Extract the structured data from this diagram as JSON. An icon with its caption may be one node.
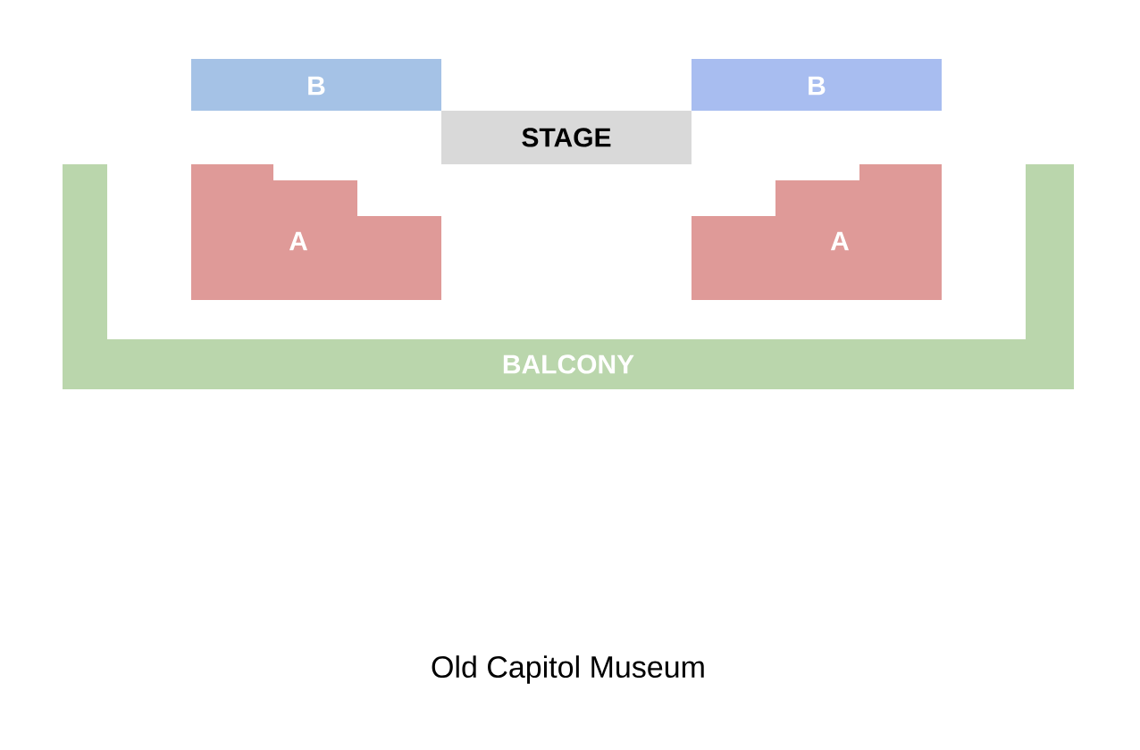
{
  "diagram": {
    "caption": "Old Capitol Museum",
    "nodes": [
      {
        "text": [
          "B"
        ]
      },
      {
        "text": [
          "B"
        ]
      },
      {
        "text": [
          "STAGE"
        ]
      },
      {
        "text": [
          "A"
        ]
      },
      {
        "text": [
          "A"
        ]
      },
      {
        "text": [
          "BALCONY"
        ]
      }
    ]
  }
}
